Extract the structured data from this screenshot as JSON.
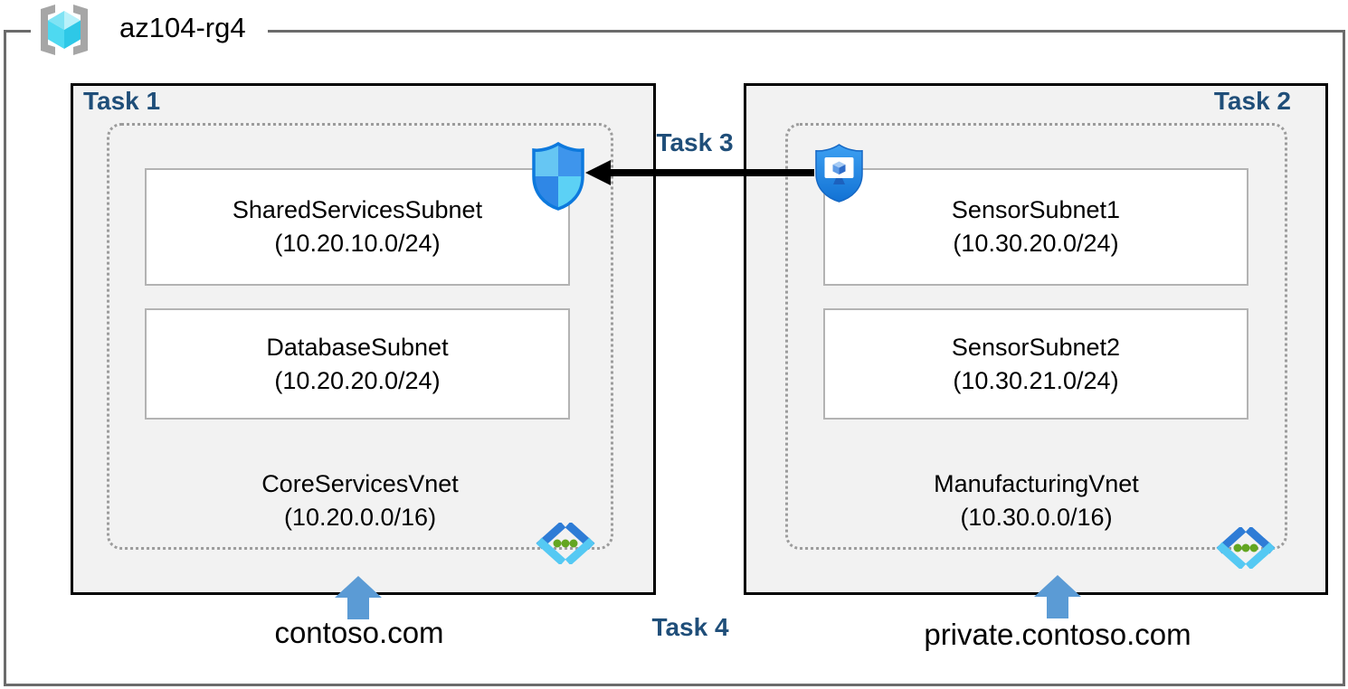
{
  "resource_group": {
    "name": "az104-rg4"
  },
  "task_labels": {
    "task1": "Task 1",
    "task2": "Task 2",
    "task3": "Task 3",
    "task4": "Task 4"
  },
  "vnets": [
    {
      "name": "CoreServicesVnet",
      "cidr": "(10.20.0.0/16)",
      "dns_domain": "contoso.com",
      "subnets": [
        {
          "name": "SharedServicesSubnet",
          "cidr": "(10.20.10.0/24)"
        },
        {
          "name": "DatabaseSubnet",
          "cidr": "(10.20.20.0/24)"
        }
      ]
    },
    {
      "name": "ManufacturingVnet",
      "cidr": "(10.30.0.0/16)",
      "dns_domain": "private.contoso.com",
      "subnets": [
        {
          "name": "SensorSubnet1",
          "cidr": "(10.30.20.0/24)"
        },
        {
          "name": "SensorSubnet2",
          "cidr": "(10.30.21.0/24)"
        }
      ]
    }
  ],
  "connection": {
    "label": "Task 3",
    "from_icon": "bastion-icon",
    "to_icon": "network-security-group-icon",
    "direction": "right-to-left"
  },
  "icons": {
    "resource_group": "resource-group-icon",
    "nsg": "network-security-group-icon",
    "bastion": "bastion-icon",
    "vnet": "virtual-network-icon",
    "dns_pointer": "up-arrow-icon"
  },
  "colors": {
    "task_label": "#1F4E79",
    "box_fill": "#F2F2F2",
    "box_border": "#000000",
    "frame_border": "#6B6B6B",
    "dotted_border": "#9C9C9C",
    "subnet_border": "#B3B3B3",
    "up_arrow": "#5B9BD5",
    "connection_arrow": "#000000",
    "azure_blue": "#0D79DD",
    "azure_cyan": "#55C9F3",
    "vnet_dot_green": "#63A621"
  }
}
